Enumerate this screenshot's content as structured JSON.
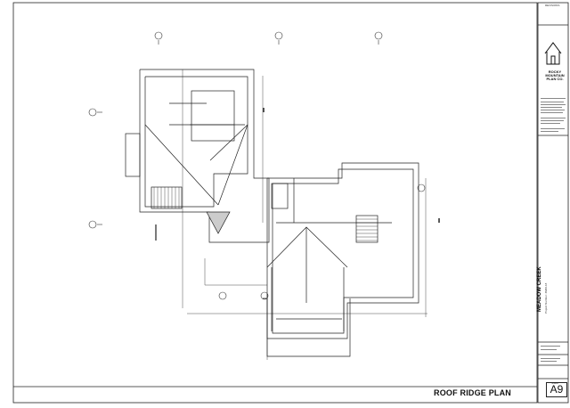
{
  "title_block": {
    "revisions_label": "REVISIONS",
    "company_name": "ROCKY MOUNTAIN PLAN CO.",
    "project_name": "MEADOW CREEK",
    "project_number": "Project Number: 4M00-18",
    "sheet_label": "Sheet",
    "sheet_number": "A9",
    "drawing_title": "ROOF RIDGE PLAN"
  }
}
